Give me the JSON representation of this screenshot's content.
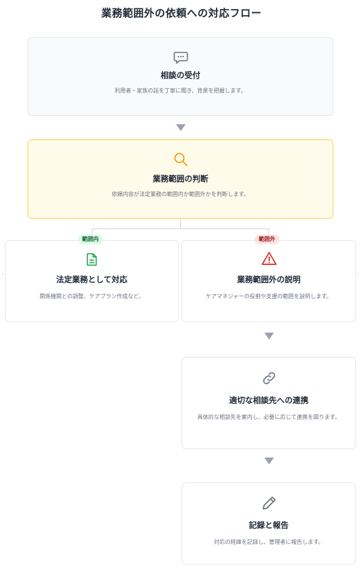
{
  "title": "業務範囲外の依頼への対応フロー",
  "colors": {
    "accent_yellow": "#f59e0b",
    "in_green": "#16a34a",
    "out_red": "#dc2626",
    "icon_gray": "#6b7280"
  },
  "steps": {
    "intake": {
      "icon": "chat-icon",
      "title": "相談の受付",
      "desc": "利用者・家族の話を丁寧に聞き、背景を把握します。"
    },
    "judge": {
      "icon": "search-icon",
      "title": "業務範囲の判断",
      "desc": "依頼内容が法定業務の範囲内か範囲外かを判断します。"
    },
    "inscope": {
      "badge": "範囲内",
      "icon": "document-icon",
      "title": "法定業務として対応",
      "desc": "関係機関との調整、ケアプラン作成など。"
    },
    "outscope": {
      "badge": "範囲外",
      "icon": "warning-icon",
      "title": "業務範囲外の説明",
      "desc": "ケアマネジャーの役割や支援の範囲を説明します。"
    },
    "link": {
      "icon": "link-icon",
      "title": "適切な相談先への連携",
      "desc": "具体的な相談先を案内し、必要に応じて連携を図ります。"
    },
    "record": {
      "icon": "pencil-icon",
      "title": "記録と報告",
      "desc": "対応の経緯を記録し、管理者に報告します。"
    }
  }
}
